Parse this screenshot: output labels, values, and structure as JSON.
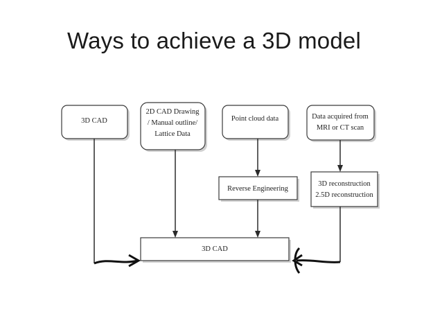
{
  "slide": {
    "title": "Ways to achieve a 3D model"
  },
  "diagram": {
    "box_3d_cad_top": [
      "3D CAD"
    ],
    "box_2d_cad": [
      "2D CAD Drawing",
      "/ Manual outline/",
      "Lattice Data"
    ],
    "box_point_cloud": [
      "Point cloud data"
    ],
    "box_mri_ct": [
      "Data acquired from",
      "MRI or CT scan"
    ],
    "box_reverse_eng": [
      "Reverse Engineering"
    ],
    "box_3d_recon": [
      "3D reconstruction",
      "2.5D reconstruction"
    ],
    "box_3d_cad_bottom": [
      "3D CAD"
    ]
  }
}
